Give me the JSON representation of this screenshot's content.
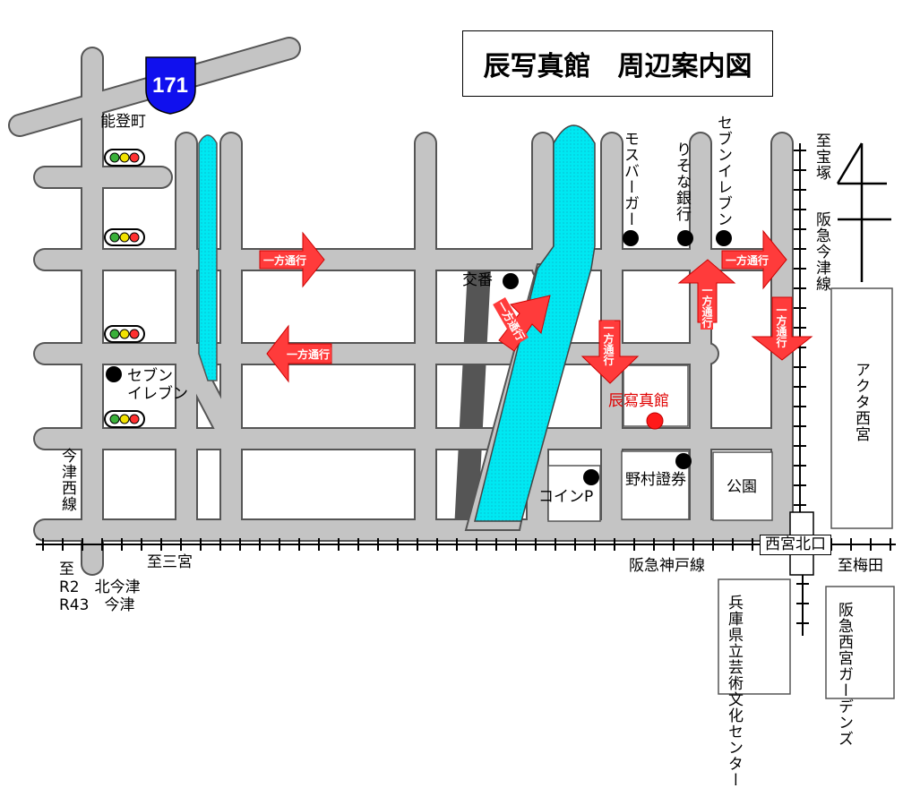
{
  "title": "辰写真館　周辺案内図",
  "route_shield": "171",
  "labels": {
    "notocho": "能登町",
    "koban": "交番",
    "seven1_line1": "セブン",
    "seven1_line2": "イレブン",
    "imazu_line": "今津西線",
    "mos": "モスバーガー",
    "resona": "りそな銀行",
    "seven2": "セブンイレブン",
    "to_takarazuka": "至宝塚",
    "hankyu_imazu": "阪急今津線",
    "akuta": "アクタ西宮",
    "shop": "辰寫真館",
    "nomura": "野村證券",
    "coin": "コインP",
    "park": "公園",
    "station": "西宮北口",
    "to_sannomiya": "至三宮",
    "kobe_line": "阪急神戸線",
    "to_umeda": "至梅田",
    "to_1": "至",
    "to_2": "R2　北今津",
    "to_3": "R43　今津",
    "geijutsu": "兵庫県立芸術文化センター",
    "gardens": "阪急西宮ガーデンズ"
  },
  "one_way": "一方通行",
  "colors": {
    "road": "#c4c4c4",
    "road_edge": "#555555",
    "river": "#00e5f0",
    "arrow": "#ff3b3b",
    "shop": "#ff1a1a",
    "route_shield": "#1010ee"
  }
}
